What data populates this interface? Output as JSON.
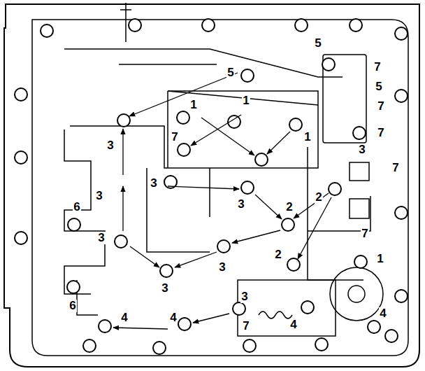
{
  "diagram": {
    "labels": [
      "5",
      "5",
      "7",
      "5",
      "1",
      "1",
      "7",
      "7",
      "1",
      "7",
      "3",
      "3",
      "7",
      "3",
      "3",
      "2",
      "3",
      "2",
      "6",
      "3",
      "7",
      "3",
      "2",
      "1",
      "3",
      "3",
      "6",
      "4",
      "4",
      "7",
      "4",
      "4"
    ]
  }
}
